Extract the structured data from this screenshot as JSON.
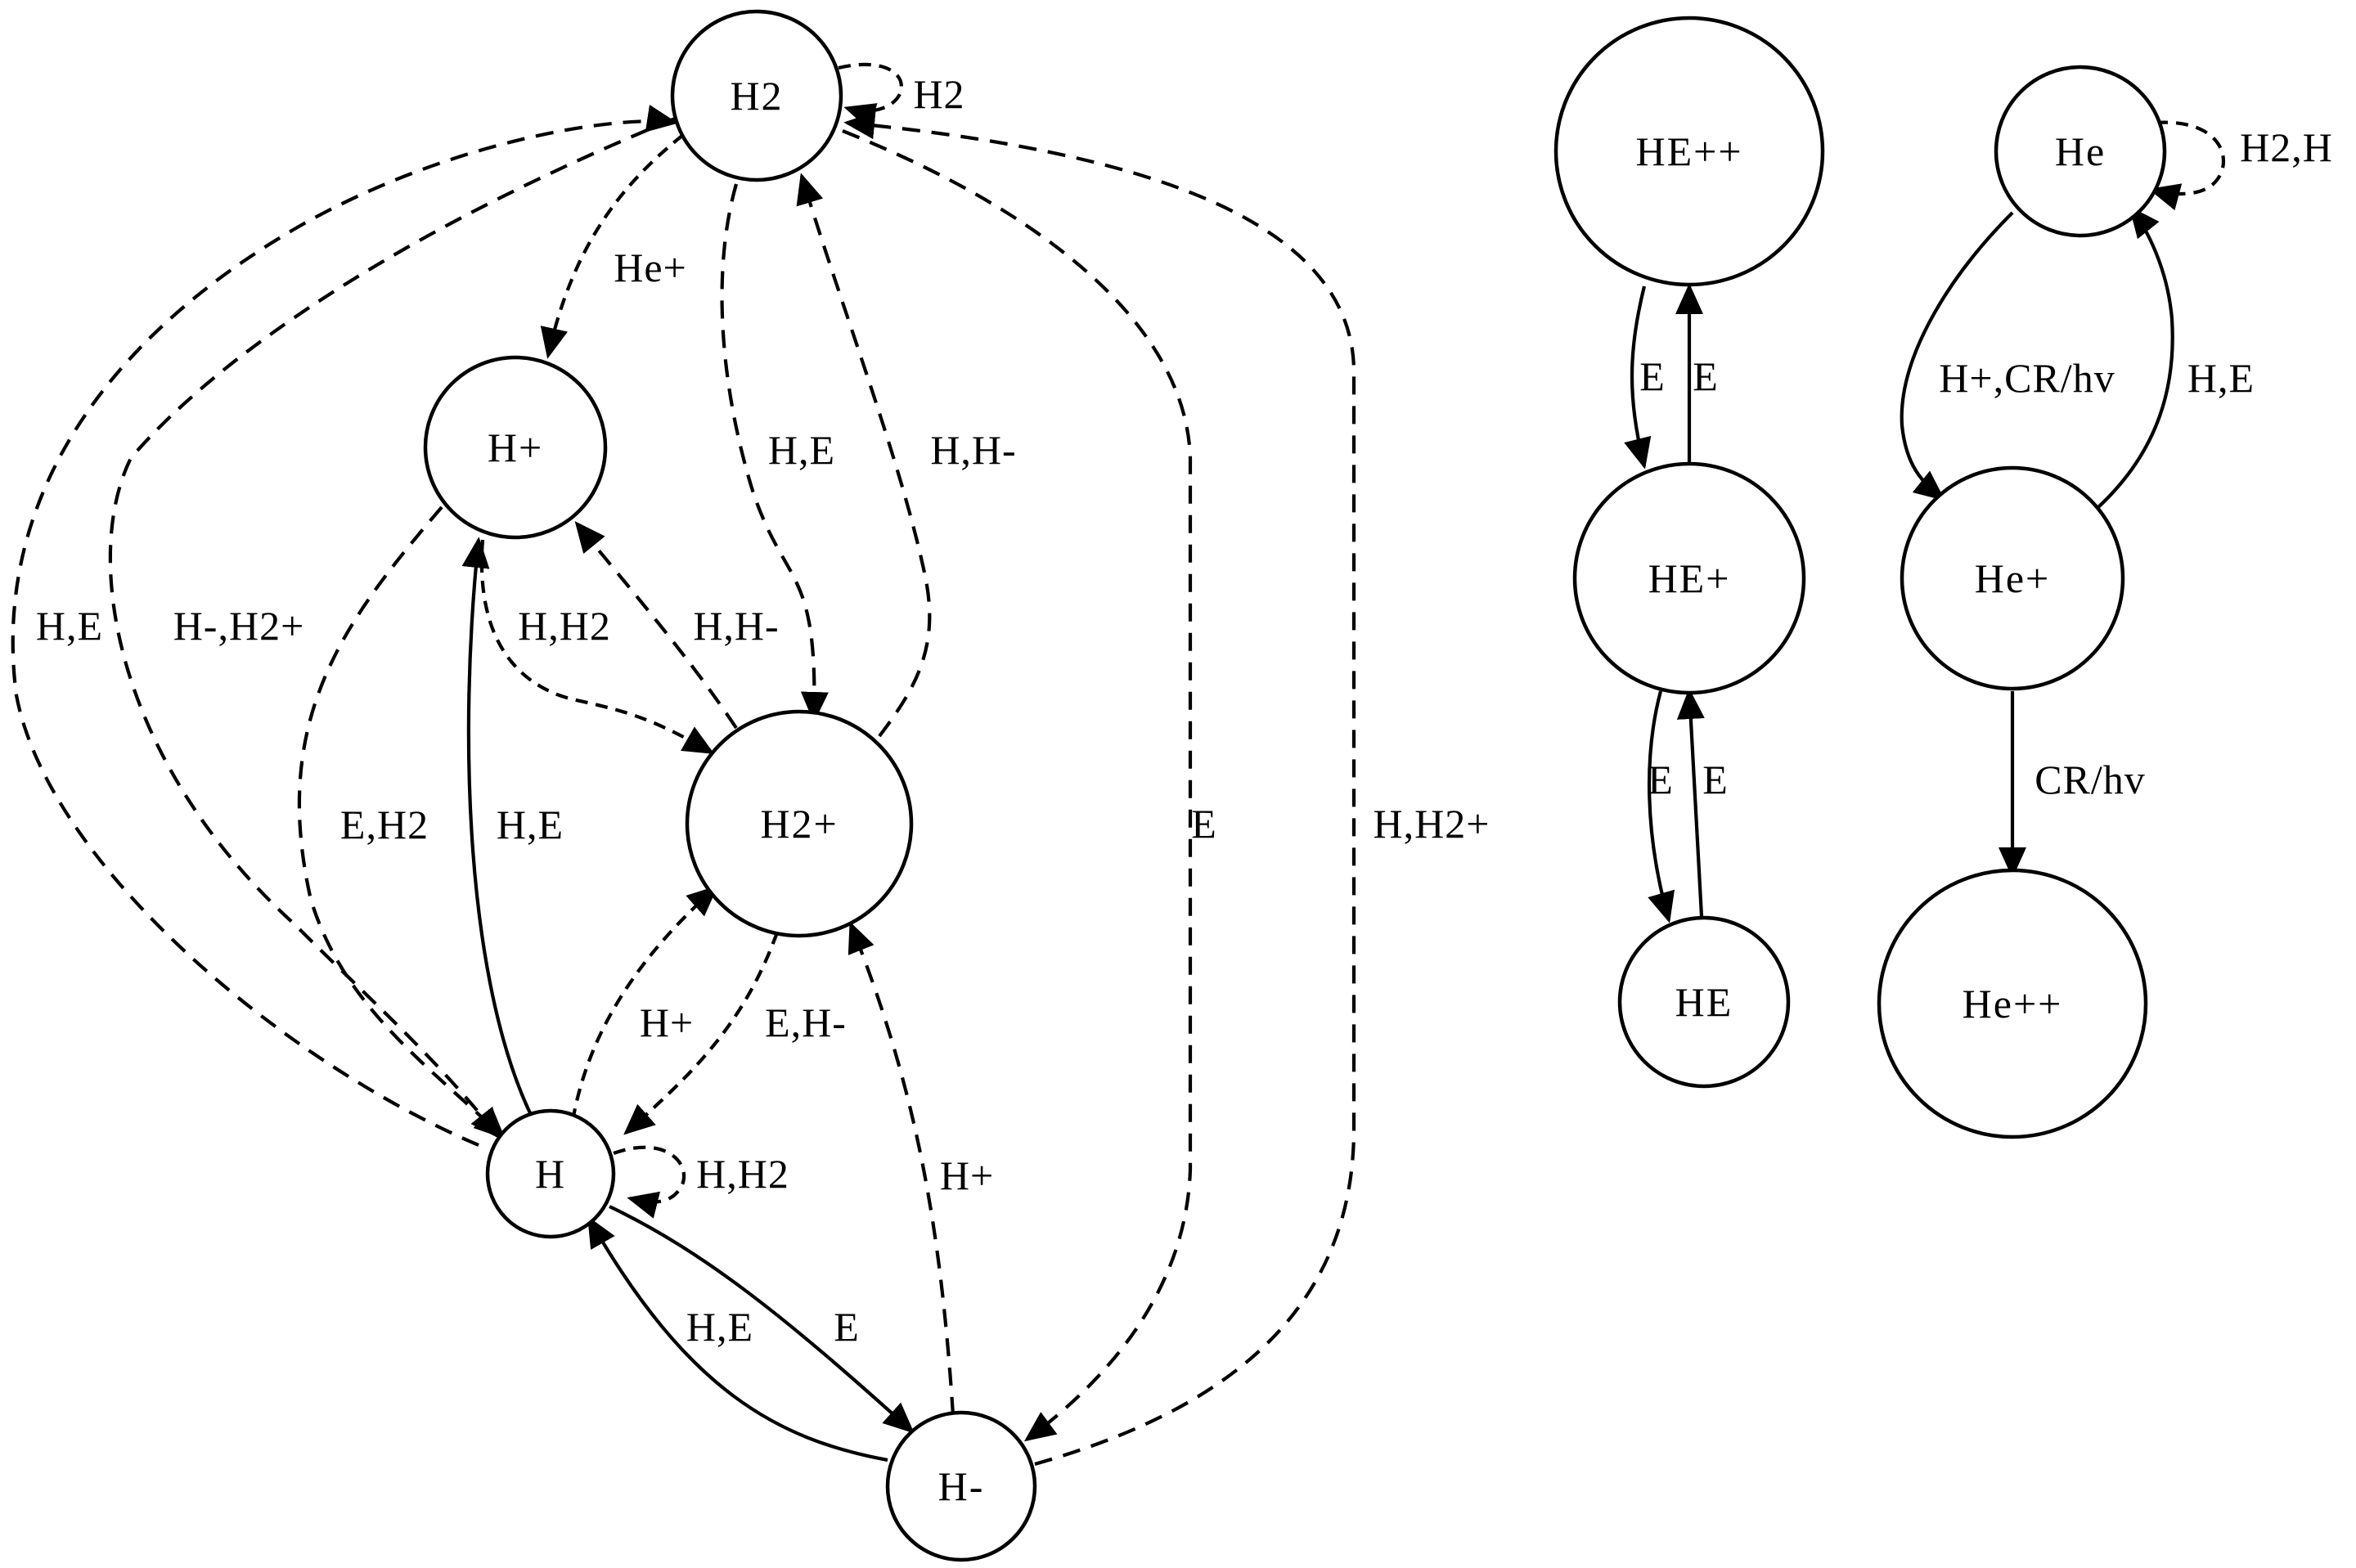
{
  "nodes": {
    "h2": "H2",
    "hplus": "H+",
    "h2plus": "H2+",
    "h": "H",
    "hminus": "H-",
    "HEpp": "HE++",
    "HEp": "HE+",
    "HE": "HE",
    "He": "He",
    "Hep": "He+",
    "Hepp": "He++"
  },
  "edges": {
    "h2_self": "H2",
    "h2_to_hplus": "He+",
    "h2_to_h2plus": "H,E",
    "h2plus_to_h2": "H,H-",
    "h_to_h2": "H,E",
    "h2_to_h": "H-,H2+",
    "hplus_to_h": "E,H2",
    "h_to_hplus": "H,E",
    "hplus_to_h2plus": "H,H2",
    "h2plus_to_hplus": "H,H-",
    "h_to_h2plus": "H+",
    "h2plus_to_h": "E,H-",
    "h_self": "H,H2",
    "hminus_to_h": "H,E",
    "h_to_hminus": "E",
    "hminus_to_h2plus": "H+",
    "h2_to_hminus": "E",
    "hminus_to_h2": "H,H2+",
    "HEpp_to_HEp": "E",
    "HEp_to_HEpp": "E",
    "HEp_to_HE": "E",
    "HE_to_HEp": "E",
    "He_self": "H2,H",
    "He_to_Hep": "H+,CR/hv",
    "Hep_to_He": "H,E",
    "Hep_to_Hepp": "CR/hv"
  }
}
